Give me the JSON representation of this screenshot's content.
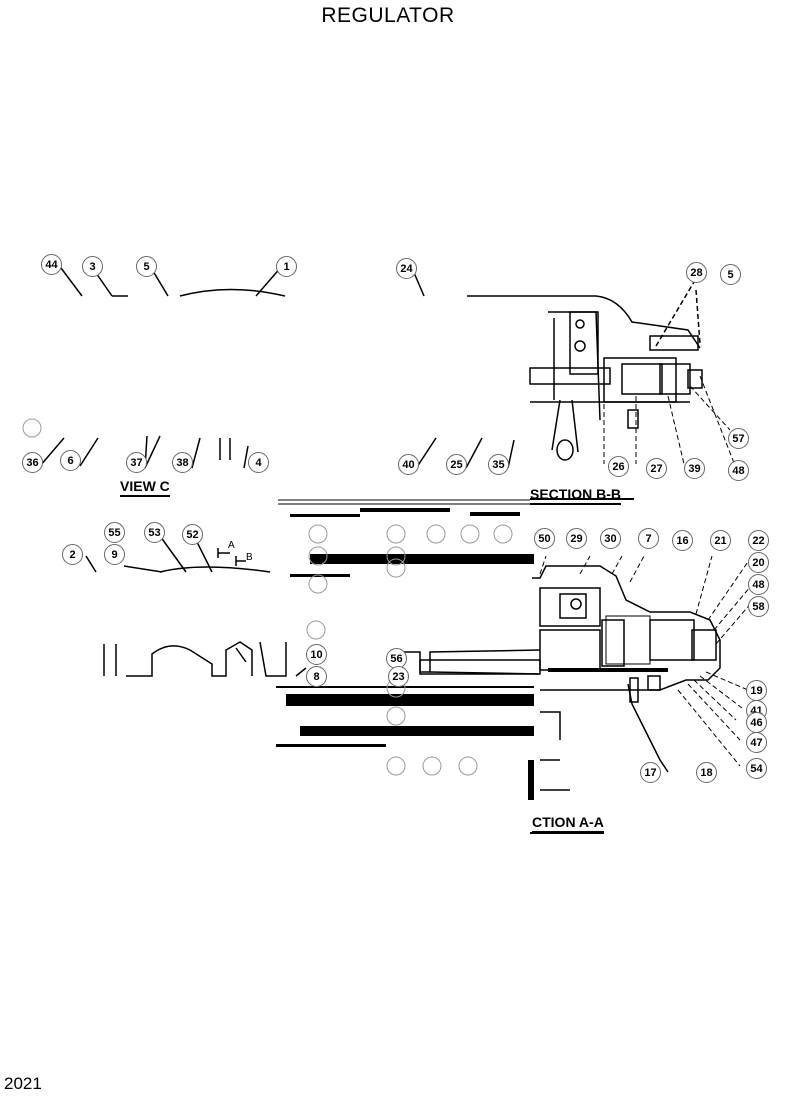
{
  "title": "REGULATOR",
  "page_number": "2021",
  "section_labels": {
    "view_c": "VIEW C",
    "section_bb": "SECTION B-B",
    "section_aa": "CTION A-A"
  },
  "marks": {
    "a": "A",
    "b": "B"
  },
  "callouts": [
    "44",
    "3",
    "5",
    "1",
    "24",
    "28",
    "5",
    "57",
    "48",
    "39",
    "27",
    "26",
    "36",
    "6",
    "37",
    "38",
    "4",
    "40",
    "25",
    "35",
    "55",
    "53",
    "52",
    "2",
    "9",
    "10",
    "8",
    "56",
    "23",
    "50",
    "29",
    "30",
    "7",
    "16",
    "21",
    "22",
    "20",
    "48",
    "58",
    "19",
    "41",
    "46",
    "47",
    "54",
    "17",
    "18"
  ]
}
